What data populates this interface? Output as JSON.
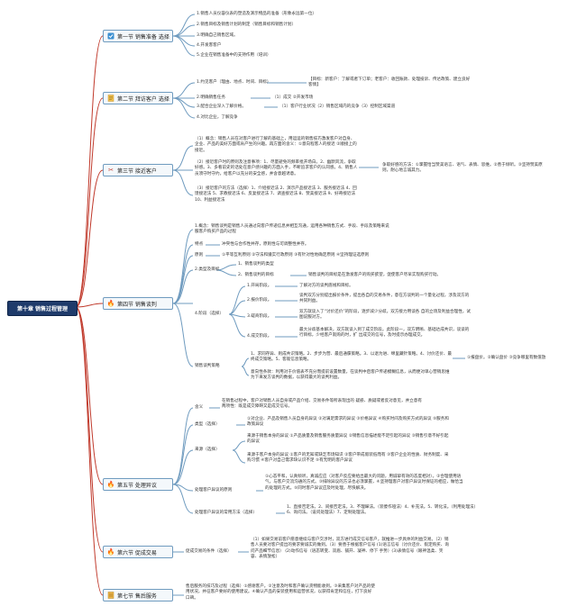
{
  "root": {
    "title": "第十章 销售过程管理"
  },
  "sections": [
    {
      "title": "第一节 销售准备 选择",
      "icon": "check-icon",
      "items": [
        "1.销售人员仪容仪表的塑造及演示物品的准备（形象永远第一位）",
        "2.销售目标及销售计划的制定（销售目标和销售计划）",
        "3.明确自己销售区域。",
        "4.开发客客户",
        "5.企业在销售准备中的支持作用（培训）"
      ]
    },
    {
      "title": "第二节 拜访客户 选择",
      "icon": "note-icon",
      "items": [
        "1.约见客户（理由、地点、时间、目标）",
        "2.明确销售任务",
        "3.配合企业深入了解价格。",
        "4.对比企业，了解竞争"
      ],
      "item1_note": "【目标：新客户：了解或者下订单；老客户：收回账款、处理投诉、传达政策、建立良好客情】",
      "item2_note": "（1）成交 ②开发市场",
      "item3_note": "（1）客户行业状况（2）销售区域内的竞争（3）控制区域渠道"
    },
    {
      "title": "第三节 接近客户",
      "icon": "scissors-icon",
      "para1": "（1）概念：销售人员在对客户进行了解的基础上，用运运的销售技巧激发客户对自身、企业、产品的美好方面或肯产生的兴趣。再方面的含义：①意向程客人的接近 ②顺接上的接近。",
      "para2": "（2）接近客户时的原则及注意事项：1、尽量避免的频率批开场白。2、幽默风流，争取好感。3、多看前史的话处在意户感兴趣的方面入手，不断追求客户的认同感。4、销售人员须守时守约，给客户以充分的安全感，并含意越诱意。",
      "para2_side": "争取好感的方法：①掌握恰当赞美语言、语气、表情、思维。②善于倾听。③坚持赞美原则，耐心地言诚其力。",
      "para3": "（3）接近客户的方法（选择）1、介绍接近法 2、演示产品接近法 3、服务接近法 4、回馈接近法 5、求教接近法 6、反复接近法 7、调查接近法 8、赞美接近法 9、好奇接近法 10、利益接近法"
    },
    {
      "title": "第四节 销售谈判",
      "icon": "fire-icon",
      "concept": "1.概念：销售谈判是销售人员通过向客户传递信息并相互沟通，运用各种销售方式、手段、手段及策略来说服客户购买产品的过程",
      "labels": [
        "特点",
        "原则",
        "2.类型及目标",
        "4.阶段（选择）",
        "销售谈判策略"
      ],
      "trait": "冲突性与合作性并存，原则性与可调整性并存。",
      "principle": "①平等互利原则 ②守法和遵实行政原则 ③有针对性地确定原则 ④坚持理证选原则",
      "types": [
        "1、销售谈判的类型",
        "2、销售谈判的目标"
      ],
      "goal_note": "销售谈判的目标是在激发客户的购买欲望，促使客户尽早实现购买行动。",
      "stages": [
        "1.开局阶段。",
        "2.报价阶段。",
        "3.磋商阶段。",
        "4.成交阶段。"
      ],
      "stage_notes": [
        "了解对方的谈判底线和目标。",
        "谈判双方分别提出报价条件，提出各自的交易条件，意在方谈判的一个量化过程，涉及双方的共同利益。",
        "双方就谈入了“讨价还价”的阶段，逐步减少分歧。双方接力用谈各 自的立场及利益合理性，试图说服对方。",
        "最大分歧基本解决，双方就谈入到了成交阶段。此阶段一，双方明晰、基础达成共识，谈谈的行目标，少经客户就购的时，扩 出成交的信号，及时提示办理成交。"
      ],
      "strategy": "1、求同存异、则成共识策略。2、步步为营、最后通牒策略。3、以退为进、绵里藏针策略。4、讨价还价、最终成交策略。5、客观信息策略。",
      "strategy_extra": "意向性条款：利用对于价值表不充分而提前设置数量，在谈判中启客户传递模糊信息，从而便对单心营销思维为下来发方谈判的数据，以获得最大的谈判利益。",
      "strategy_side": "①报盘价。②确认盘价 ③竞争哪里有数值放"
    },
    {
      "title": "第五节 处理异议",
      "icon": "fire-icon",
      "labels": [
        "含义",
        "类型（选择）",
        "来源（选择）",
        "处理客户异议的原则",
        "处理客户异议的常用方法（选择）"
      ],
      "meaning": "在销售过程中，客户对销售人员自身或产品介绍、交易条件等所表现出的 疑惑、质疑或者反对意见，并立意有两项性：既是成交障碍又是成交信号。",
      "types": "①对企业、产品及销售人员自身的异议 ②对满足需求的异议 ③价格异议 ④购买时间及购买方式的异议 ⑤服务和政策异议",
      "source1": "来源于销售本身的异议 ①产品质量及销售服务质量异议 ②销售信息描述能不足引起的异议 ③销售引意不好引起的异议",
      "source2": "来源于客户本身的异议 ①客户的无知或缺乏市场知识 ②客户带成假装低而有 ③客户企业的性质、财务制度、采购习惯 ④客户对自己需求缺认识不足 ⑤有无明的客户异议",
      "principles": "①心态平和，认真倾听，真诚应应（对客户反应要给出最大的问题，用诚挚有效的态度相对）。②合理使用语气，与客户交流沟通的方式。③排除异议的方法也必须掌握，④坚持理客户对客户异议时保证的相应，做恰当的处理的方式。⑤同时客户异议应及时处理，尽快解决。",
      "methods": "1、直接否定法。2、间接否定法。3、不理睬法。（装傻作哑法）4、补充法。5、转化法。（利用处理法）6、询问法。（设问处理法）7、定制处理法。"
    },
    {
      "title": "第六节 促成交易",
      "icon": "fire-icon",
      "label": "促成交易的条件（选择）",
      "text": "（1）如果交易前客户愿意继续与客户交涉时，双方进行成交信号客户，就推进一步具体的利益交易。（2）销售人员要对客户提出的要求要诚实的做到。（3）要善于根据客户信号 (1)语言信号（讨价还价、假定购买、询问产品细节信息） (2)动作信号（语态转变、双眉、铺开、凝神、停下 手势）(3)表情信号（眼神温柔、笑容、表情放松）"
    },
    {
      "title": "第七节 售后服务",
      "icon": "doc-icon",
      "text": "售后服务的技巧及过程（选择）①感谢客户。②注意及时和客户确认货物能收到。③采集客户对产品的使用状况，并征客户要好的使用建议。④确认产品的安装使用和运营状况，以获得肯定和信任，打下良好口碑。"
    }
  ],
  "colors": {
    "branch": "#c0392b",
    "root": "#1f3b6b",
    "box_border": "#6f9bbf",
    "sub_line": "#6f9bbf"
  }
}
